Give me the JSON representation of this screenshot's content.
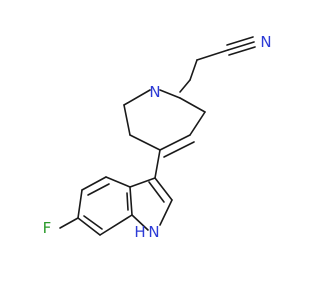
{
  "structure": {
    "atoms": {
      "nitrogen_ring": "N",
      "nitrogen_nitrile": "N",
      "fluorine": "F",
      "indole_nh": "H",
      "indole_n": "N"
    }
  },
  "colors": {
    "bond": "#1a1a1a",
    "nitrogen": "#2d3bd6",
    "fluorine": "#2a9a2a"
  }
}
